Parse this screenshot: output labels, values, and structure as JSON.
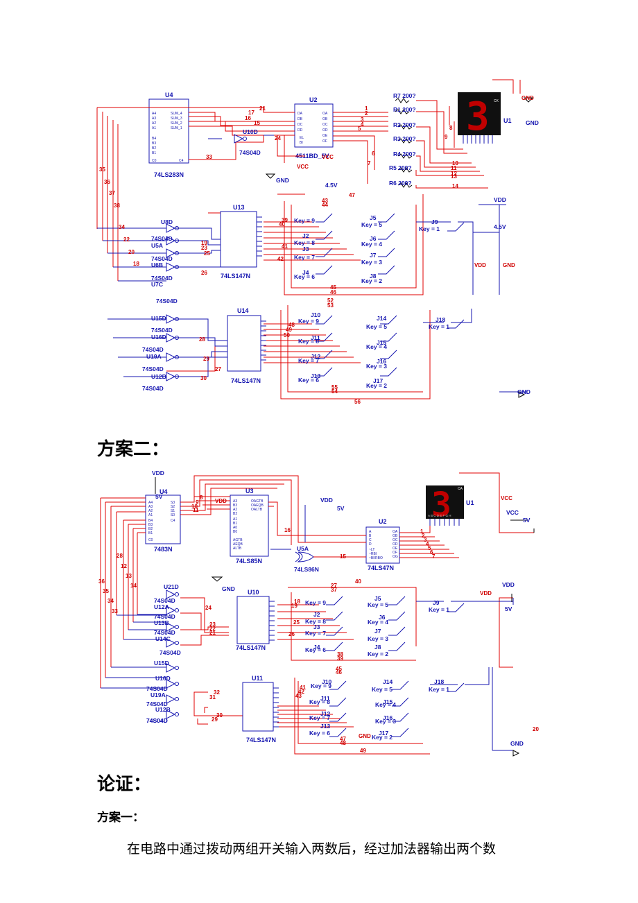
{
  "schematic1": {
    "chips": [
      "U4",
      "74LS283N",
      "U2",
      "4511BD_5V",
      "U13",
      "74LS147N",
      "U14",
      "74LS147N",
      "U1"
    ],
    "inverters": [
      "U10D",
      "74S04D",
      "U8D",
      "74S04D",
      "U5A",
      "74S04D",
      "U6B",
      "74S04D",
      "U7C",
      "74S04D",
      "U15D",
      "74S04D",
      "U16D",
      "74S04D",
      "U19A",
      "74S04D",
      "U12B",
      "74S04D"
    ],
    "resistors": [
      "R7 200?",
      "R1 200?",
      "R2 200?",
      "R3 200?",
      "R4 200?",
      "R5 200?",
      "R6 200?"
    ],
    "switches": [
      "J5",
      "Key = 5",
      "J6",
      "Key = 4",
      "J7",
      "Key = 3",
      "J8",
      "Key = 2",
      "J2",
      "Key = 8",
      "J3",
      "Key = 7",
      "J4",
      "Key = 6",
      "Key = 9",
      "J9",
      "Key = 1",
      "J10",
      "Key = 9",
      "J11",
      "Key = 8",
      "J12",
      "Key = 7",
      "J13",
      "Key = 6",
      "J14",
      "Key = 5",
      "J15",
      "Key = 4",
      "J16",
      "Key = 3",
      "J17",
      "Key = 2",
      "J18",
      "Key = 1"
    ],
    "power": [
      "GND",
      "GND",
      "GND",
      "VCC",
      "VCC",
      "4.5V",
      "VDD",
      "4.5V",
      "VDD",
      "GND",
      "GND"
    ],
    "display_digit": "3",
    "display_tag": "CK",
    "net_numbers": [
      "21",
      "17",
      "16",
      "15",
      "24",
      "33",
      "35",
      "36",
      "37",
      "38",
      "34",
      "22",
      "20",
      "18",
      "19",
      "23",
      "25",
      "26",
      "39",
      "40",
      "41",
      "42",
      "43",
      "44",
      "45",
      "46",
      "47",
      "28",
      "29",
      "30",
      "27",
      "48",
      "49",
      "50",
      "52",
      "53",
      "54",
      "55",
      "56",
      "1",
      "2",
      "3",
      "4",
      "5",
      "6",
      "7",
      "8",
      "9",
      "10",
      "11",
      "12",
      "13",
      "14"
    ]
  },
  "heading2": "方案二：",
  "schematic2": {
    "chips": [
      "U4",
      "7483N",
      "U3",
      "74LS85N",
      "U2",
      "74LS47N",
      "U10",
      "74LS147N",
      "U11",
      "74LS147N",
      "U1",
      "U5A",
      "74LS86N"
    ],
    "inverters": [
      "U21D",
      "74S04D",
      "U12A",
      "74S04D",
      "U13B",
      "74S04D",
      "U14C",
      "74S04D",
      "U15D",
      "74S04D",
      "U16D",
      "74S04D",
      "U19A",
      "74S04D",
      "U12B",
      "74S04D"
    ],
    "switches": [
      "J5",
      "Key = 5",
      "J6",
      "Key = 4",
      "J7",
      "Key = 3",
      "J8",
      "Key = 2",
      "J2",
      "Key = 8",
      "J3",
      "Key = 7",
      "J4",
      "Key = 6",
      "Key = 9",
      "J9",
      "Key = 1",
      "J10",
      "Key = 9",
      "J11",
      "Key = 8",
      "J12",
      "Key = 7",
      "J13",
      "Key = 6",
      "J14",
      "Key = 5",
      "J15",
      "Key = 4",
      "J16",
      "Key = 3",
      "J17",
      "Key = 2",
      "J18",
      "Key = 1"
    ],
    "power": [
      "VDD",
      "5V",
      "VDD",
      "VDD",
      "5V",
      "VCC",
      "VCC",
      "5V",
      "GND",
      "VDD",
      "VDD",
      "5V",
      "GND",
      "GND"
    ],
    "display_digit": "3",
    "display_tag": "CA",
    "segment_letters": "A B C D E F G H",
    "net_numbers": [
      "8",
      "9",
      "10",
      "11",
      "16",
      "15",
      "28",
      "12",
      "13",
      "14",
      "36",
      "35",
      "34",
      "33",
      "24",
      "23",
      "22",
      "21",
      "18",
      "19",
      "25",
      "26",
      "27",
      "37",
      "40",
      "38",
      "39",
      "45",
      "46",
      "32",
      "31",
      "30",
      "29",
      "41",
      "42",
      "43",
      "47",
      "48",
      "49",
      "20",
      "1",
      "2",
      "3",
      "4",
      "5",
      "6",
      "7"
    ]
  },
  "heading3": "论证：",
  "subheading": "方案一：",
  "paragraph": "在电路中通过拨动两组开关输入两数后，经过加法器输出两个数"
}
